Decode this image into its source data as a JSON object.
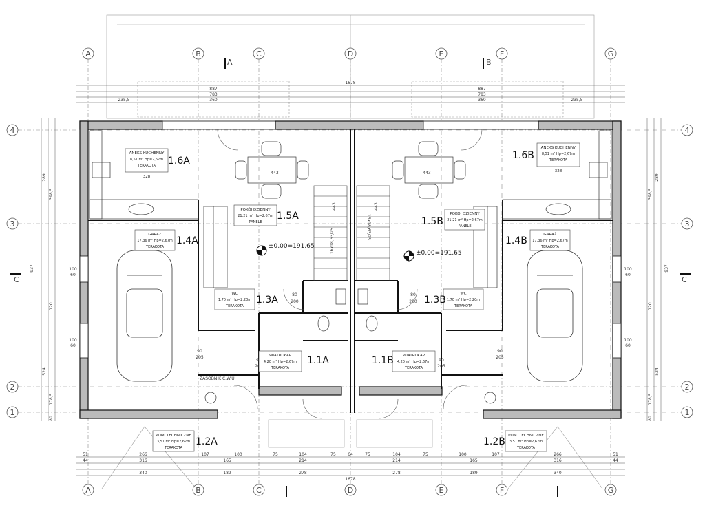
{
  "axes_top": [
    "A",
    "B",
    "C",
    "D",
    "E",
    "F",
    "G"
  ],
  "axes_side": [
    "4",
    "3",
    "2",
    "1"
  ],
  "section_marks": [
    "A",
    "B",
    "C",
    "C"
  ],
  "dims": {
    "overall": "1678",
    "half": "887",
    "half2": "783",
    "half3": "360",
    "edge1": "235,5",
    "bottom_row": [
      "51",
      "266",
      "107",
      "100",
      "75",
      "104",
      "75",
      "64",
      "75",
      "104",
      "75",
      "100",
      "107",
      "266",
      "51"
    ],
    "bottom_row2": [
      "44",
      "316",
      "165",
      "214",
      "214",
      "165",
      "316",
      "44"
    ],
    "bottom_row3": [
      "340",
      "189",
      "278",
      "278",
      "189",
      "340"
    ],
    "side_total": "937",
    "side_parts": [
      "289",
      "398,5",
      "120",
      "524",
      "178,5",
      "80"
    ]
  },
  "levels": [
    "±0,00=191,65",
    "±0,00=191,65"
  ],
  "rooms": {
    "r16A": {
      "id": "1.6A",
      "name": "ANEKS KUCHENNY",
      "area": "8,51 m²",
      "hp": "Hp=2,67m",
      "floor": "TERAKOTA",
      "dim": "328"
    },
    "r16B": {
      "id": "1.6B",
      "name": "ANEKS KUCHENNY",
      "area": "8,51 m²",
      "hp": "Hp=2,67m",
      "floor": "TERAKOTA",
      "dim": "328"
    },
    "r15A": {
      "id": "1.5A",
      "name": "POKÓJ DZIENNY",
      "area": "21,21 m²",
      "hp": "Hp=2,67m",
      "floor": "PANELE"
    },
    "r15B": {
      "id": "1.5B",
      "name": "POKÓJ DZIENNY",
      "area": "21,21 m²",
      "hp": "Hp=2,67m",
      "floor": "PANELE"
    },
    "r14A": {
      "id": "1.4A",
      "name": "GARAŻ",
      "area": "17,36 m²",
      "hp": "Hp=2,67m",
      "floor": "TERAKOTA"
    },
    "r14B": {
      "id": "1.4B",
      "name": "GARAŻ",
      "area": "17,36 m²",
      "hp": "Hp=2,67m",
      "floor": "TERAKOTA"
    },
    "r13A": {
      "id": "1.3A",
      "name": "WC",
      "area": "1,70 m²",
      "hp": "Hp=2,20m",
      "floor": "TERAKOTA"
    },
    "r13B": {
      "id": "1.3B",
      "name": "WC",
      "area": "1,70 m²",
      "hp": "Hp=2,20m",
      "floor": "TERAKOTA"
    },
    "r11A": {
      "id": "1.1A",
      "name": "WIATROŁAP",
      "area": "4,20 m²",
      "hp": "Hp=2,67m",
      "floor": "TERAKOTA"
    },
    "r11B": {
      "id": "1.1B",
      "name": "WIATROŁAP",
      "area": "4,20 m²",
      "hp": "Hp=2,67m",
      "floor": "TERAKOTA"
    },
    "r12A": {
      "id": "1.2A",
      "name": "POM. TECHNICZNE",
      "area": "3,51 m²",
      "hp": "Hp=2,67m",
      "floor": "TERAKOTA"
    },
    "r12B": {
      "id": "1.2B",
      "name": "POM. TECHNICZNE",
      "area": "3,51 m²",
      "hp": "Hp=2,67m",
      "floor": "TERAKOTA"
    }
  },
  "stairs": {
    "left": "16x18,63/25",
    "right": "16x18,63/25",
    "width": "443"
  },
  "misc": {
    "zasobnik": "ZASOBNIK C.W.U.",
    "table": "443",
    "door1": "80",
    "door2": "200",
    "win1": "100",
    "win2": "60",
    "door3": "90",
    "door4": "205"
  }
}
